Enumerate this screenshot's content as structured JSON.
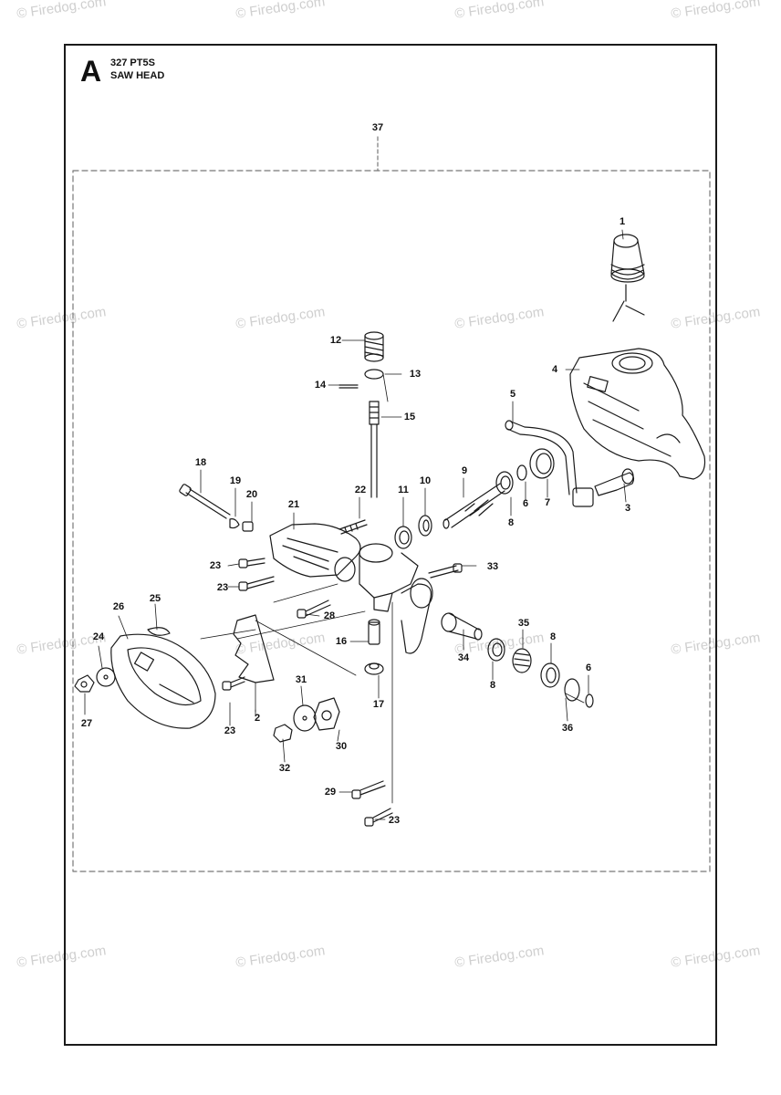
{
  "header": {
    "section_letter": "A",
    "model": "327 PT5S",
    "title": "SAW HEAD"
  },
  "watermark": "© Firedog.com",
  "callouts": [
    "1",
    "2",
    "3",
    "4",
    "5",
    "6",
    "6",
    "7",
    "8",
    "8",
    "8",
    "9",
    "10",
    "11",
    "12",
    "13",
    "14",
    "15",
    "16",
    "17",
    "18",
    "19",
    "20",
    "21",
    "22",
    "23",
    "23",
    "23",
    "23",
    "24",
    "25",
    "26",
    "27",
    "28",
    "29",
    "30",
    "31",
    "32",
    "33",
    "34",
    "35",
    "36",
    "37"
  ],
  "colors": {
    "line": "#1a1a1a",
    "dash": "#777777",
    "watermark": "#cfcfcf"
  }
}
